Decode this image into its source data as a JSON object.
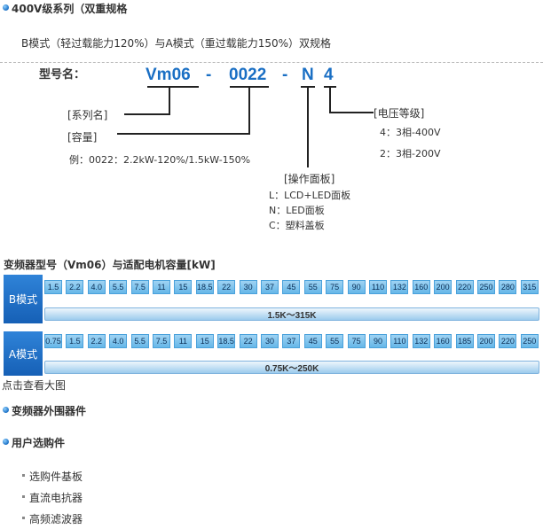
{
  "section1": {
    "title": "400V级系列（双重规格",
    "subtitle": "B模式（轻过载能力120%）与A模式（重过载能力150%）双规格"
  },
  "model": {
    "label": "型号名：",
    "parts": [
      "Vm06",
      "-",
      "0022",
      "-",
      "N",
      "4"
    ],
    "series": "[系列名]",
    "capacity": "[容量]",
    "example": "例：0022：2.2kW-120%/1.5kW-150%",
    "voltage_title": "[电压等级]",
    "voltage_items": [
      "4：3相-400V",
      "2：3相-200V"
    ],
    "panel_title": "[操作面板]",
    "panel_items": [
      "L：LCD+LED面板",
      "N：LED面板",
      "C：塑料盖板"
    ]
  },
  "capacity_table": {
    "title": "变频器型号（Vm06）与适配电机容量[kW]",
    "b_mode": {
      "label": "B模式",
      "cells": [
        "1.5",
        "2.2",
        "4.0",
        "5.5",
        "7.5",
        "11",
        "15",
        "18.5",
        "22",
        "30",
        "37",
        "45",
        "55",
        "75",
        "90",
        "110",
        "132",
        "160",
        "200",
        "220",
        "250",
        "280",
        "315"
      ],
      "range": "1.5K～315K"
    },
    "a_mode": {
      "label": "A模式",
      "cells": [
        "0.75",
        "1.5",
        "2.2",
        "4.0",
        "5.5",
        "7.5",
        "11",
        "15",
        "18.5",
        "22",
        "30",
        "37",
        "45",
        "55",
        "75",
        "90",
        "110",
        "132",
        "160",
        "185",
        "200",
        "220",
        "250"
      ],
      "range": "0.75K～250K"
    },
    "enlarge_link": "点击查看大图"
  },
  "section2": {
    "title": "变频器外围器件"
  },
  "section3": {
    "title": "用户选购件",
    "items": [
      "选购件基板",
      "直流电抗器",
      "高频滤波器"
    ]
  },
  "colors": {
    "accent": "#1a6fc4",
    "cell": "#66b7e8",
    "label_bg": "#1f6fc4"
  }
}
